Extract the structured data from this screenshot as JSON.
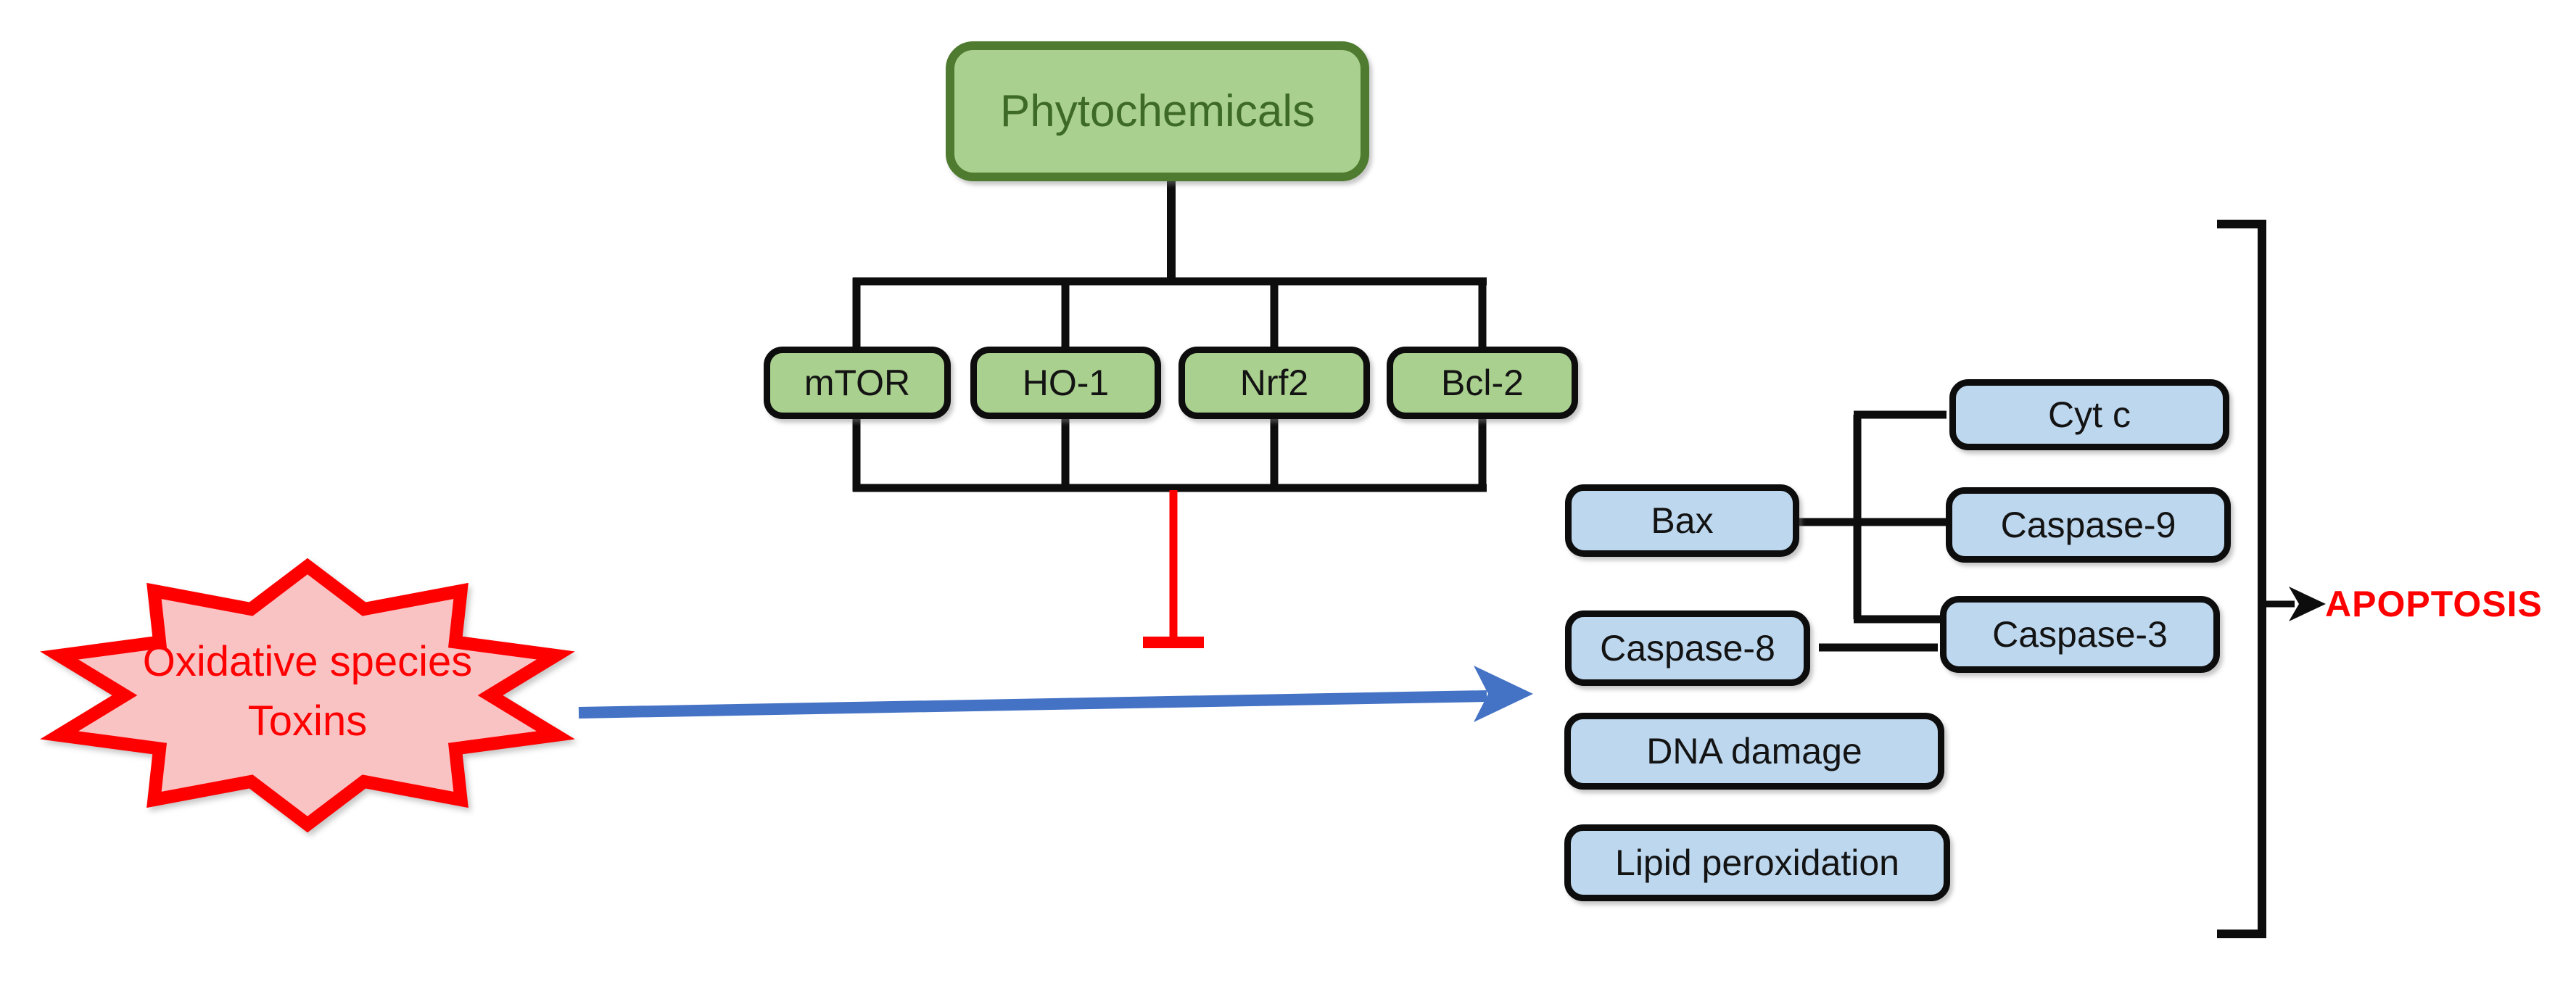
{
  "diagram": {
    "nodes": {
      "phytochemicals": {
        "label": "Phytochemicals"
      },
      "mtor": {
        "label": "mTOR"
      },
      "ho1": {
        "label": "HO-1"
      },
      "nrf2": {
        "label": "Nrf2"
      },
      "bcl2": {
        "label": "Bcl-2"
      },
      "burst": {
        "line1": "Oxidative species",
        "line2": "Toxins"
      },
      "cytc": {
        "label": "Cyt c"
      },
      "bax": {
        "label": "Bax"
      },
      "caspase9": {
        "label": "Caspase-9"
      },
      "caspase8": {
        "label": "Caspase-8"
      },
      "caspase3": {
        "label": "Caspase-3"
      },
      "dna_damage": {
        "label": "DNA damage"
      },
      "lipid_peroxidation": {
        "label": "Lipid peroxidation"
      },
      "apoptosis": {
        "label": "APOPTOSIS"
      }
    },
    "colors": {
      "green_fill": "#a9d08e",
      "green_border_dark": "#4e7b2f",
      "green_text_dark": "#3e6a28",
      "blue_fill": "#bdd7ee",
      "pink_fill": "#f9c2c3",
      "red": "#ff0000",
      "activation_arrow_blue": "#4472c4",
      "line_black": "#0d0d0d"
    },
    "relations": {
      "inhibition": "Phytochemicals targets (mTOR, HO-1, Nrf2, Bcl-2) inhibit oxidative pathway (red T-bar)",
      "activation": "Oxidative species / Toxins activate apoptotic markers (blue arrow)",
      "outcome": "Markers bracket leads to APOPTOSIS (black arrow)"
    }
  }
}
